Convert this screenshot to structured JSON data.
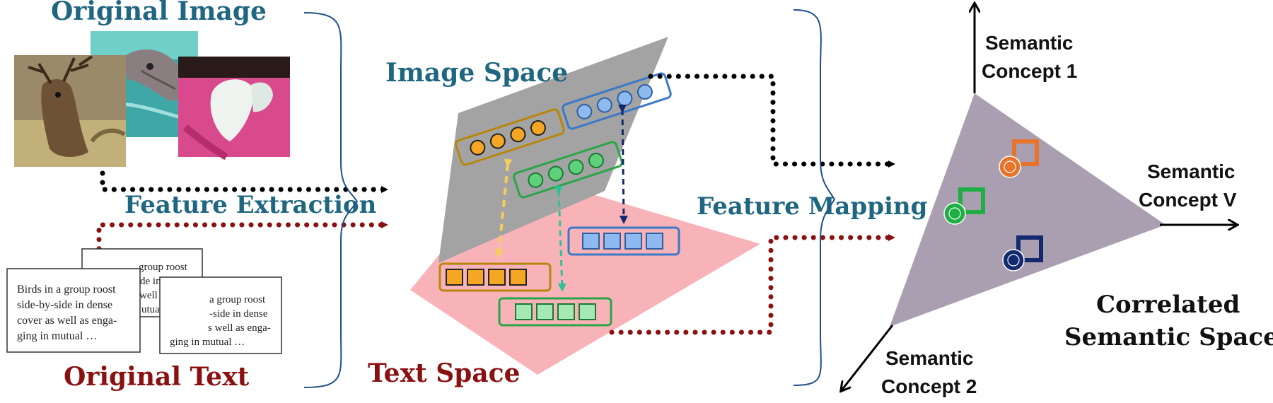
{
  "labels": {
    "original_image": "Original Image",
    "feature_extraction": "Feature Extraction",
    "original_text": "Original Text",
    "image_space": "Image Space",
    "text_space": "Text Space",
    "feature_mapping": "Feature Mapping",
    "semantic_concept_1": [
      "Semantic",
      "Concept 1"
    ],
    "semantic_concept_v": [
      "Semantic",
      "Concept V"
    ],
    "semantic_concept_2": [
      "Semantic",
      "Concept 2"
    ],
    "correlated_space": [
      "Correlated",
      "Semantic Space"
    ]
  },
  "text_documents": {
    "front": [
      "Birds in a group roost",
      "side-by-side in dense",
      "cover as well as enga-",
      "ging in mutual …"
    ],
    "middle": [
      "group roost",
      "de in dense",
      "well as enga-",
      "utual …"
    ],
    "right": [
      "a group roost",
      "-side in dense",
      "s well as enga-",
      "ging in mutual …"
    ]
  },
  "image_thumbnails": [
    "deer-photo",
    "dolphin-photo",
    "butterfly-photo"
  ],
  "colors": {
    "blue_title": "#1f6681",
    "red_title": "#8b1111",
    "orange_feature": "#c08a10",
    "green_feature": "#2aa547",
    "blue_feature": "#3a78c8",
    "navy": "#12286b",
    "image_plane": "#a3a3a3",
    "text_plane": "#f7b3b8",
    "semantic_triangle": "#a99fb0",
    "concept_orange": "#e8742c",
    "concept_green": "#1fae44",
    "concept_navy": "#142a6e"
  }
}
